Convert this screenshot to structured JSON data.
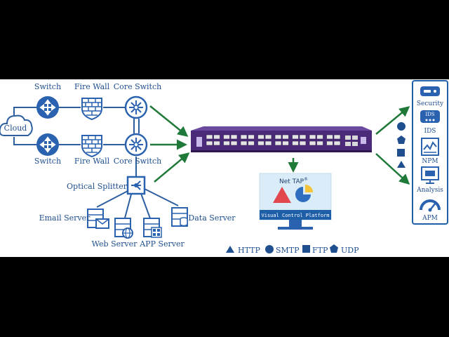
{
  "nodes": {
    "cloud": "Cloud",
    "switch_top": "Switch",
    "firewall_top": "Fire Wall",
    "core_switch_top": "Core Switch",
    "switch_bottom": "Switch",
    "firewall_bottom": "Fire Wall",
    "core_switch_bottom": "Core Switch",
    "optical_splitter": "Optical Splitter",
    "email_server": "Email Server",
    "web_server": "Web Server",
    "app_server": "APP Server",
    "data_server": "Data Server"
  },
  "monitor": {
    "brand": "Net TAP",
    "brand_mark": "®",
    "platform": "Visual Control Platform"
  },
  "legend": [
    {
      "shape": "triangle",
      "label": "HTTP"
    },
    {
      "shape": "circle",
      "label": "SMTP"
    },
    {
      "shape": "square",
      "label": "FTP"
    },
    {
      "shape": "pentagon",
      "label": "UDP"
    }
  ],
  "tools": [
    {
      "label": "Security",
      "icon": "security-appliance-icon"
    },
    {
      "label": "IDS",
      "icon": "ids-appliance-icon",
      "badge": "IDS"
    },
    {
      "label": "NPM",
      "icon": "npm-chart-icon"
    },
    {
      "label": "Analysis",
      "icon": "analysis-monitor-icon"
    },
    {
      "label": "APM",
      "icon": "apm-gauge-icon"
    }
  ],
  "colors": {
    "diagram_blue": "#1f5fa8",
    "arrow_green": "#1f7a3a",
    "device_purple": "#4b2a7a",
    "legend_blue": "#1f4f8f",
    "triangle_red": "#e2474d",
    "pie_blue": "#2f6fc0",
    "pie_yellow": "#f3c338"
  }
}
